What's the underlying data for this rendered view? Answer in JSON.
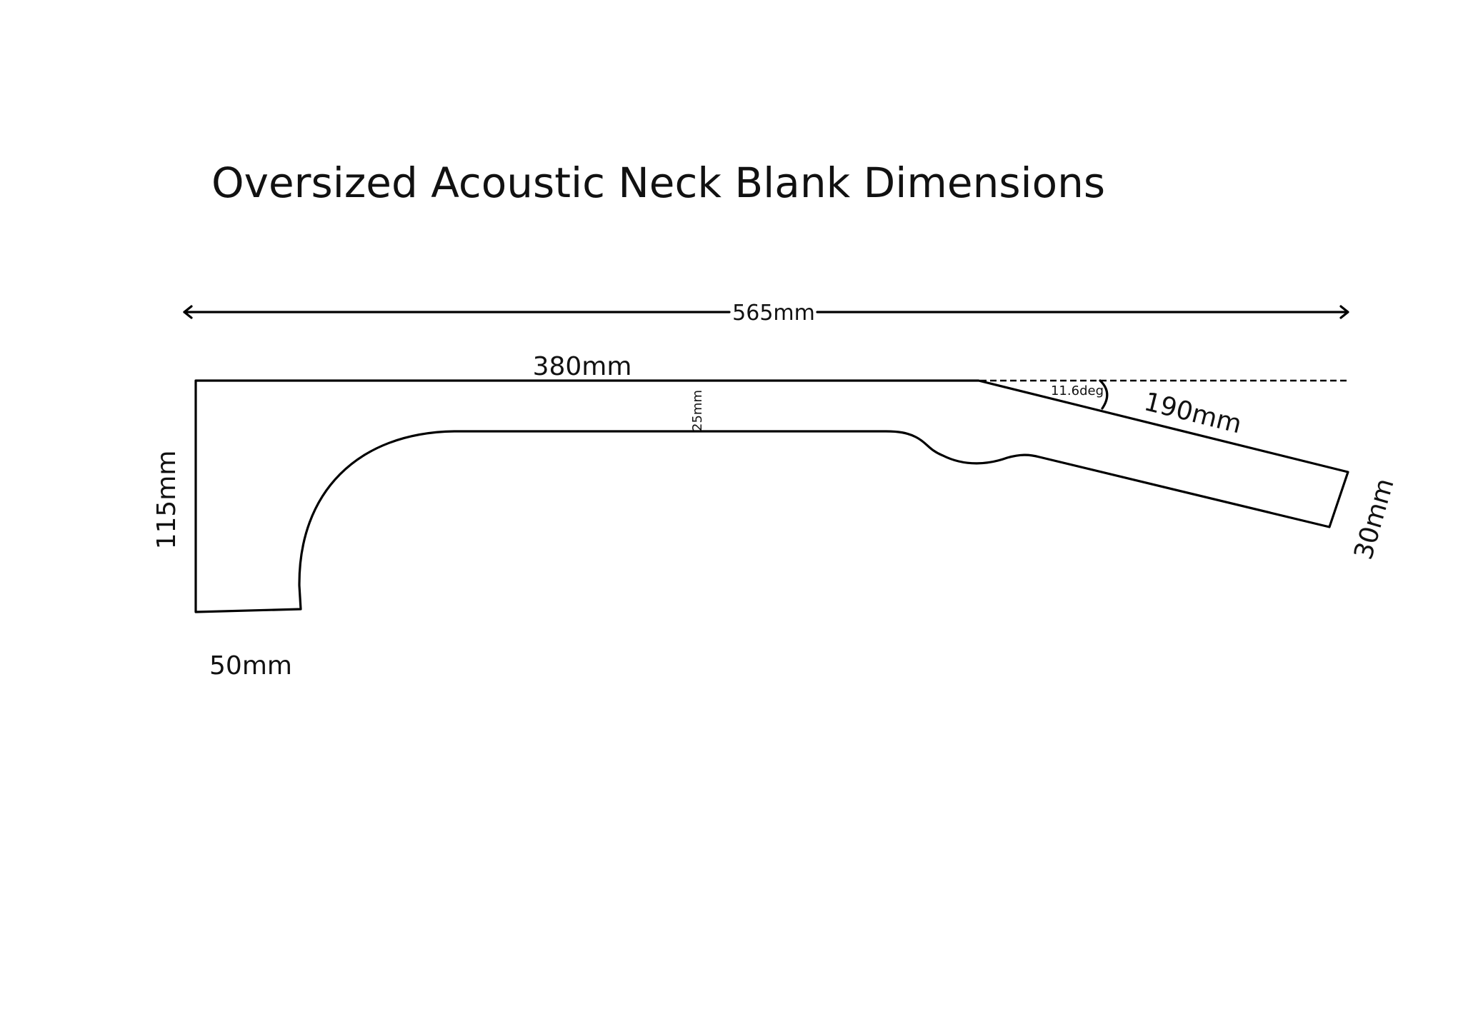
{
  "title": "Oversized Acoustic Neck Blank Dimensions",
  "colors": {
    "background": "#ffffff",
    "line": "#000000",
    "text": "#111111"
  },
  "dimensions": {
    "overall_length": "565mm",
    "neck_length": "380mm",
    "neck_thickness": "25mm",
    "heel_height": "115mm",
    "heel_width": "50mm",
    "headstock_length": "190mm",
    "headstock_thickness": "30mm",
    "headstock_angle": "11.6deg"
  },
  "icons": {
    "overall_arrow": "double-headed-arrow",
    "angle_arc": "angle-arc",
    "reference_line": "dashed-line"
  }
}
